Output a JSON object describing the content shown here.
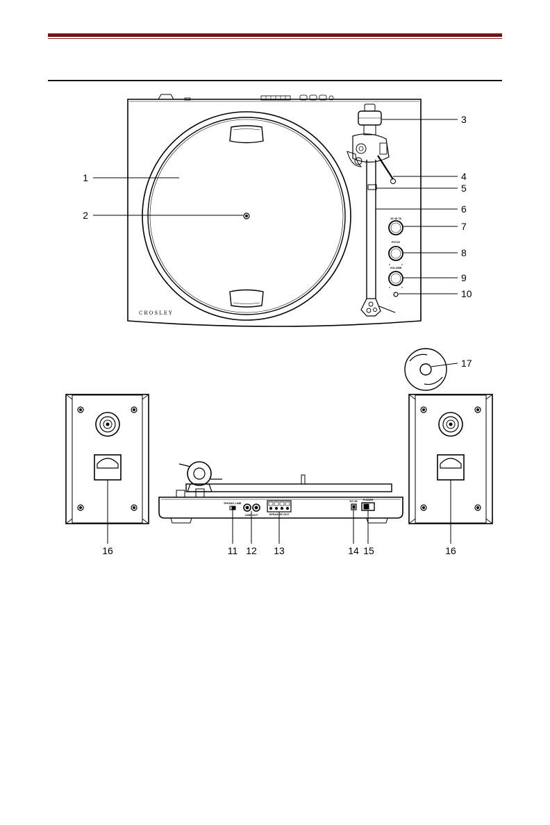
{
  "brand": "CROSLEY",
  "knob_labels": {
    "speed": "33 45 78",
    "pitch": "PITCH",
    "volume": "VOLUME"
  },
  "back_panel": {
    "switch": "PHONO  LINE",
    "line_out": "LINE OUT",
    "speaker_out": "SPEAKER OUT",
    "dc_in": "DC IN",
    "power": "POWER"
  },
  "callouts": {
    "c1": "1",
    "c2": "2",
    "c3": "3",
    "c4": "4",
    "c5": "5",
    "c6": "6",
    "c7": "7",
    "c8": "8",
    "c9": "9",
    "c10": "10",
    "c11": "11",
    "c12": "12",
    "c13": "13",
    "c14": "14",
    "c15": "15",
    "c16": "16",
    "c17": "17"
  }
}
